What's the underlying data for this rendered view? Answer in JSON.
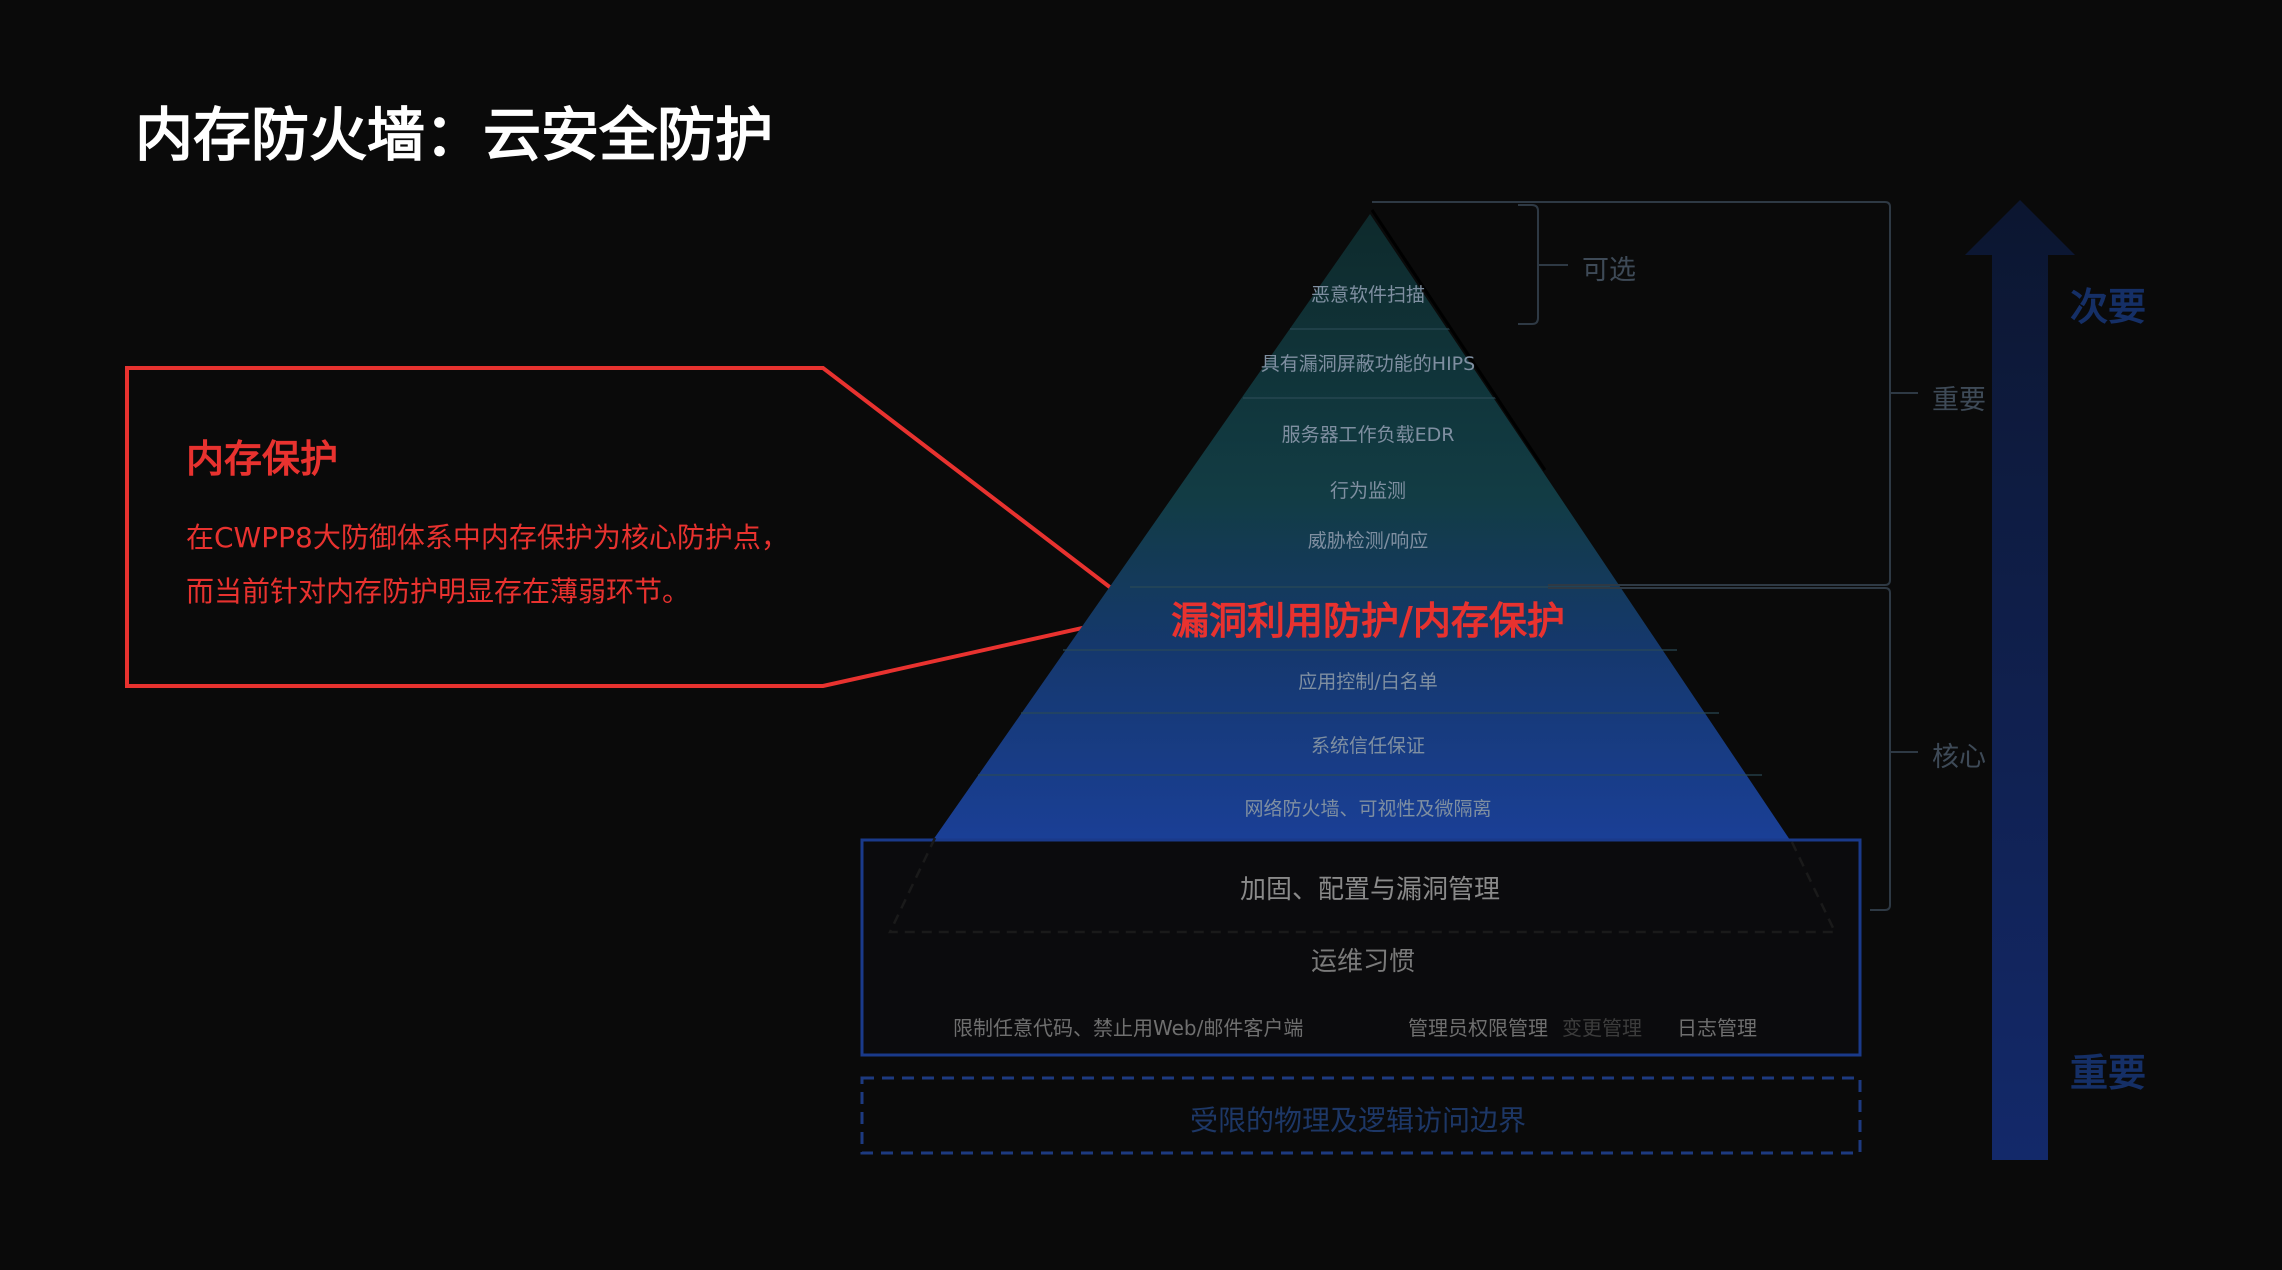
{
  "title": "内存防火墙：云安全防护",
  "callout": {
    "heading": "内存保护",
    "lines": [
      "在CWPP8大防御体系中内存保护为核心防护点，",
      "而当前针对内存防护明显存在薄弱环节。"
    ]
  },
  "pyramid": {
    "levels": [
      "恶意软件扫描",
      "具有漏洞屏蔽功能的HIPS",
      "服务器工作负载EDR",
      "行为监测",
      "威胁检测/响应",
      "漏洞利用防护/内存保护",
      "应用控制/白名单",
      "系统信任保证",
      "网络防火墙、可视性及微隔离"
    ],
    "base_top": "加固、配置与漏洞管理",
    "base_mid": "运维习惯",
    "base_items": [
      "限制任意代码、禁止用Web/邮件客户端",
      "管理员权限管理",
      "变更管理",
      "日志管理"
    ],
    "boundary": "受限的物理及逻辑访问边界"
  },
  "brackets": {
    "optional": "可选",
    "important": "重要",
    "core": "核心"
  },
  "axis": {
    "top_label": "次要",
    "bottom_label": "重要"
  },
  "colors": {
    "background": "#0a0a0a",
    "accent_red": "#e8322f",
    "pyramid_top": "#123c3c",
    "pyramid_bottom": "#173a8c",
    "arrow": "#10245c"
  }
}
